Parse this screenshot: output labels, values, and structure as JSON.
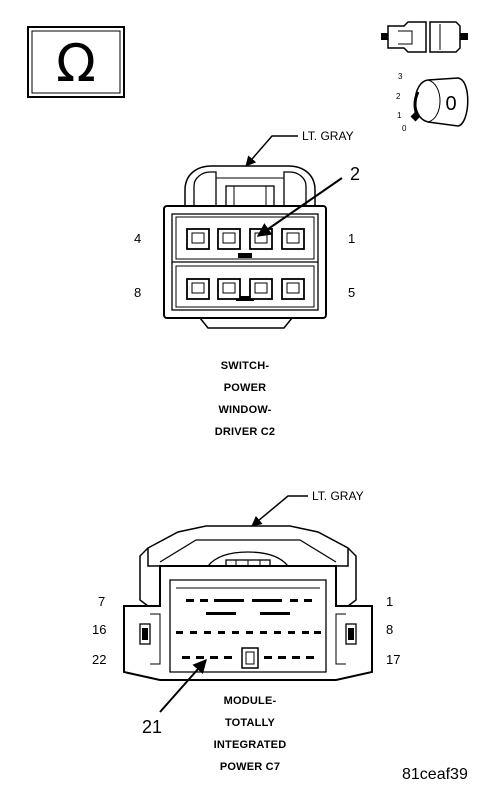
{
  "symbol": {
    "name": "ohm-icon",
    "glyph": "Ω"
  },
  "switch_icon": {
    "positions": [
      "3",
      "2",
      "1",
      "0"
    ],
    "knob_label": "0"
  },
  "connector_c2": {
    "wire_color": "LT. GRAY",
    "pin_labels": {
      "top_left": "4",
      "top_right": "1",
      "bottom_left": "8",
      "bottom_right": "5"
    },
    "callout": "2",
    "title_lines": [
      "SWITCH-",
      "POWER",
      "WINDOW-",
      "DRIVER C2"
    ]
  },
  "connector_c7": {
    "wire_color": "LT. GRAY",
    "pin_labels": {
      "row1_left": "7",
      "row1_right": "1",
      "row2_left": "16",
      "row2_right": "8",
      "row3_left": "22",
      "row3_right": "17"
    },
    "callout": "21",
    "title_lines": [
      "MODULE-",
      "TOTALLY",
      "INTEGRATED",
      "POWER C7"
    ]
  },
  "figure_id": "81ceaf39"
}
